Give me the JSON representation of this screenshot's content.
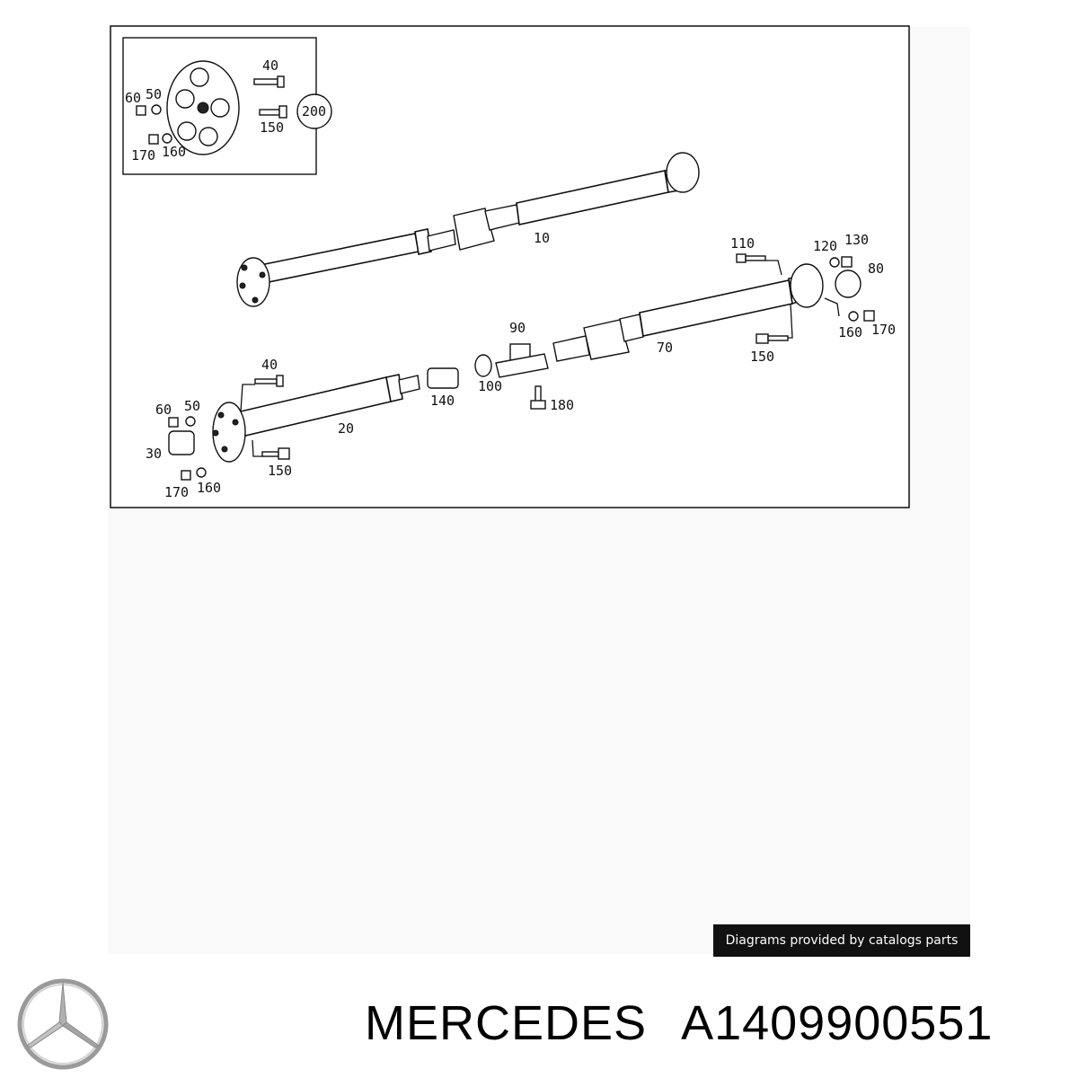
{
  "diagram": {
    "labels": {
      "l10": "10",
      "l20": "20",
      "l30": "30",
      "l40a": "40",
      "l40b": "40",
      "l50a": "50",
      "l50b": "50",
      "l60a": "60",
      "l60b": "60",
      "l70": "70",
      "l80": "80",
      "l90": "90",
      "l100": "100",
      "l110": "110",
      "l120": "120",
      "l130": "130",
      "l140": "140",
      "l150a": "150",
      "l150b": "150",
      "l150c": "150",
      "l160a": "160",
      "l160b": "160",
      "l160c": "160",
      "l170a": "170",
      "l170b": "170",
      "l170c": "170",
      "l180": "180",
      "l200": "200"
    }
  },
  "credit": {
    "text": "Diagrams provided by catalogs parts"
  },
  "brand": {
    "name": "MERCEDES",
    "part_number": "A1409900551",
    "logo_icon": "mercedes-star-icon"
  }
}
